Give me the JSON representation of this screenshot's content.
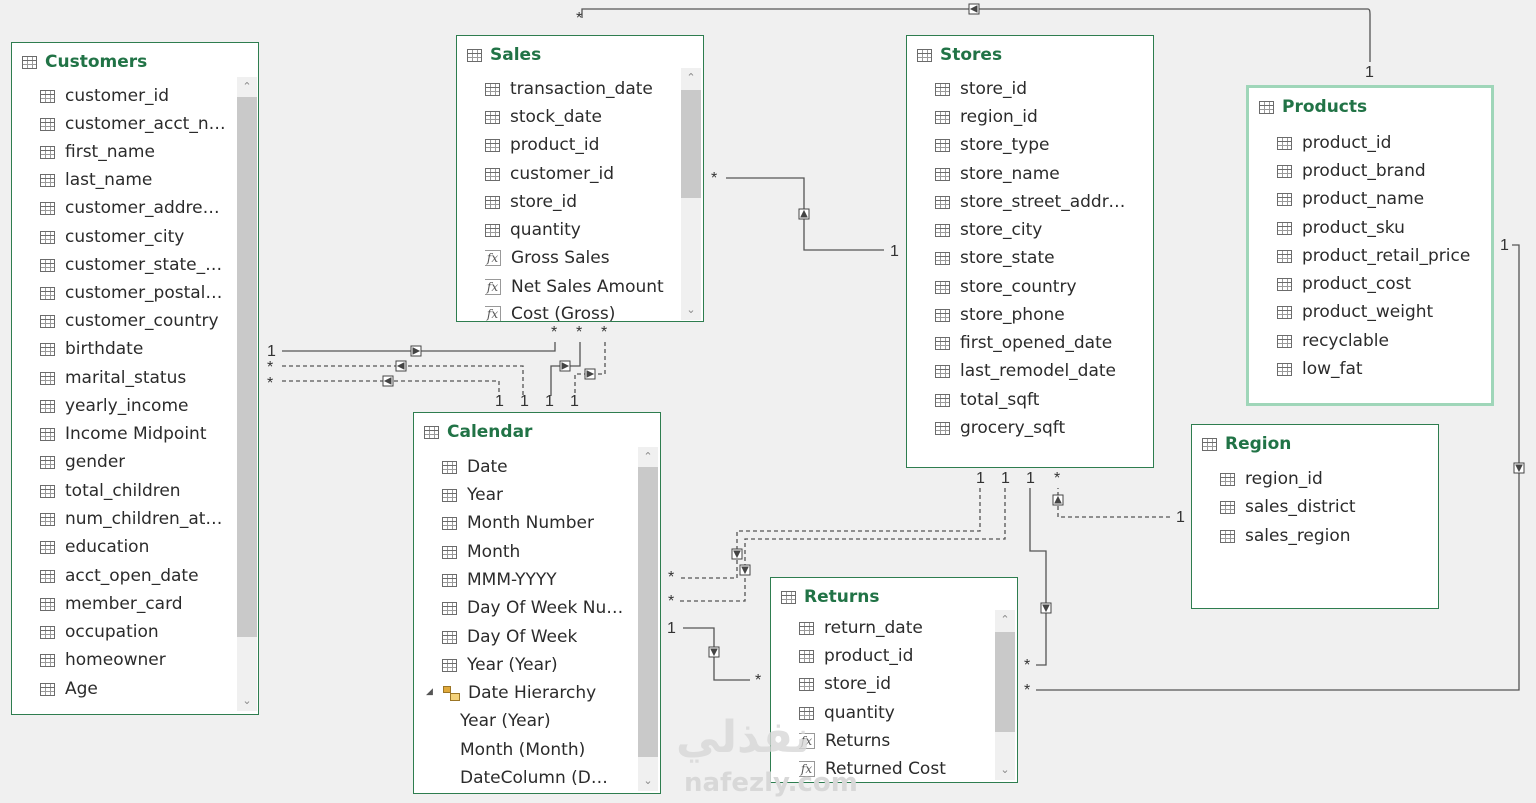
{
  "tables": {
    "customers": {
      "title": "Customers",
      "fields": [
        "customer_id",
        "customer_acct_n…",
        "first_name",
        "last_name",
        "customer_addre…",
        "customer_city",
        "customer_state_…",
        "customer_postal…",
        "customer_country",
        "birthdate",
        "marital_status",
        "yearly_income",
        "Income Midpoint",
        "gender",
        "total_children",
        "num_children_at…",
        "education",
        "acct_open_date",
        "member_card",
        "occupation",
        "homeowner",
        "Age"
      ]
    },
    "sales": {
      "title": "Sales",
      "fields": [
        "transaction_date",
        "stock_date",
        "product_id",
        "customer_id",
        "store_id",
        "quantity",
        "Gross Sales",
        "Net Sales Amount",
        "Cost (Gross)"
      ]
    },
    "stores": {
      "title": "Stores",
      "fields": [
        "store_id",
        "region_id",
        "store_type",
        "store_name",
        "store_street_addre…",
        "store_city",
        "store_state",
        "store_country",
        "store_phone",
        "first_opened_date",
        "last_remodel_date",
        "total_sqft",
        "grocery_sqft"
      ]
    },
    "products": {
      "title": "Products",
      "fields": [
        "product_id",
        "product_brand",
        "product_name",
        "product_sku",
        "product_retail_price",
        "product_cost",
        "product_weight",
        "recyclable",
        "low_fat"
      ]
    },
    "region": {
      "title": "Region",
      "fields": [
        "region_id",
        "sales_district",
        "sales_region"
      ]
    },
    "calendar": {
      "title": "Calendar",
      "fields": [
        "Date",
        "Year",
        "Month Number",
        "Month",
        "MMM-YYYY",
        "Day Of Week Nu…",
        "Day Of Week",
        "Year (Year)",
        "Date Hierarchy",
        "Year (Year)",
        "Month (Month)",
        "DateColumn (D…"
      ]
    },
    "returns": {
      "title": "Returns",
      "fields": [
        "return_date",
        "product_id",
        "store_id",
        "quantity",
        "Returns",
        "Returned Cost"
      ]
    }
  },
  "cardinality": {
    "one": "1",
    "many": "*"
  },
  "watermark": {
    "arabic": "نفذلي",
    "latin": "nafezly.com"
  },
  "colors": {
    "title": "#217346",
    "border": "#2e7d4f",
    "selected_border": "#9fd6b9"
  }
}
